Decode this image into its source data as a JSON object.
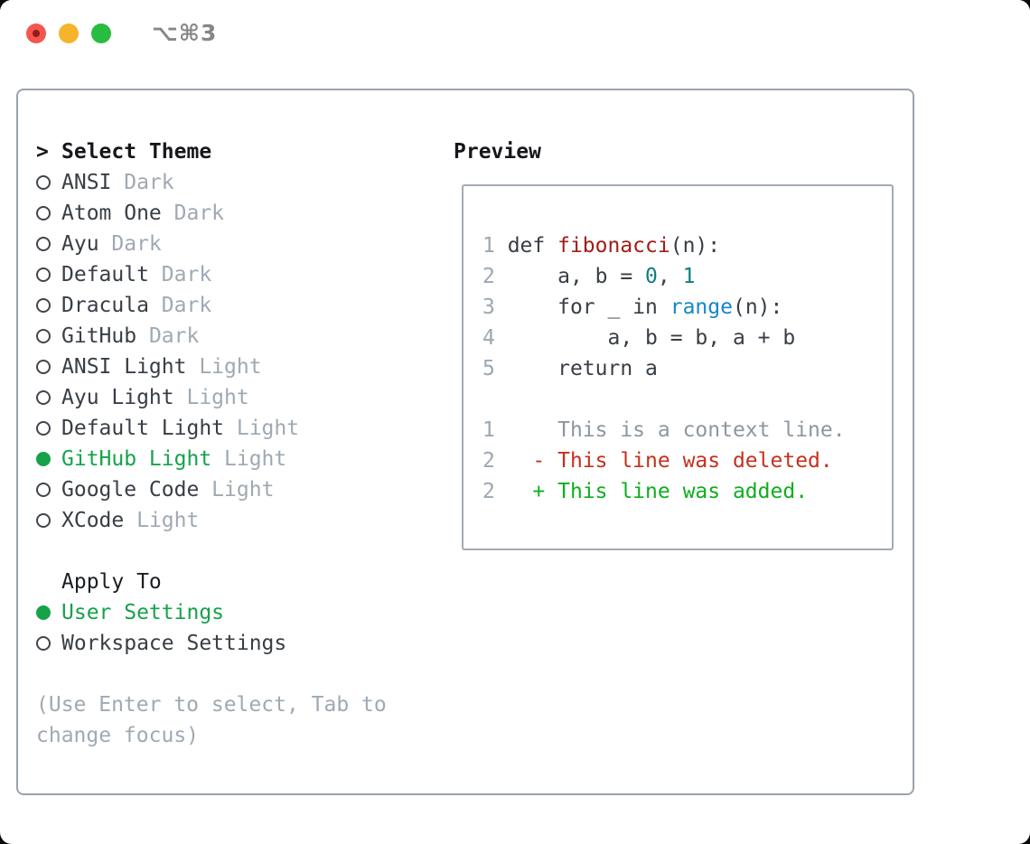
{
  "window": {
    "title": "⌥⌘3"
  },
  "colors": {
    "accent_green": "#16a24a",
    "diff_added": "#0fae1d",
    "diff_deleted": "#c5301d",
    "syntax_function": "#a01d16",
    "syntax_number": "#0e7e7e",
    "syntax_call": "#1487c8",
    "muted_gray": "#9fa9b4",
    "text_dark": "#383e46",
    "panel_border": "#9aa2ad"
  },
  "theme_panel": {
    "header_prompt": ">",
    "header_label": "Select Theme",
    "items": [
      {
        "name": "ANSI",
        "variant": "Dark",
        "selected": false
      },
      {
        "name": "Atom One",
        "variant": "Dark",
        "selected": false
      },
      {
        "name": "Ayu",
        "variant": "Dark",
        "selected": false
      },
      {
        "name": "Default",
        "variant": "Dark",
        "selected": false
      },
      {
        "name": "Dracula",
        "variant": "Dark",
        "selected": false
      },
      {
        "name": "GitHub",
        "variant": "Dark",
        "selected": false
      },
      {
        "name": "ANSI Light",
        "variant": "Light",
        "selected": false
      },
      {
        "name": "Ayu Light",
        "variant": "Light",
        "selected": false
      },
      {
        "name": "Default Light",
        "variant": "Light",
        "selected": false
      },
      {
        "name": "GitHub Light",
        "variant": "Light",
        "selected": true
      },
      {
        "name": "Google Code",
        "variant": "Light",
        "selected": false
      },
      {
        "name": "XCode",
        "variant": "Light",
        "selected": false
      }
    ]
  },
  "apply_to": {
    "label": "Apply To",
    "options": [
      {
        "label": "User Settings",
        "selected": true
      },
      {
        "label": "Workspace Settings",
        "selected": false
      }
    ]
  },
  "help": {
    "lines": [
      "(Use Enter to select, Tab to",
      "change focus)"
    ]
  },
  "preview": {
    "label": "Preview",
    "code_lines": [
      {
        "num": "1",
        "tokens": [
          [
            "def ",
            "k"
          ],
          [
            "fibonacci",
            "fn"
          ],
          [
            "(n):",
            "k"
          ]
        ]
      },
      {
        "num": "2",
        "tokens": [
          [
            "    a, b = ",
            "k"
          ],
          [
            "0",
            "nm"
          ],
          [
            ", ",
            "k"
          ],
          [
            "1",
            "nm"
          ]
        ]
      },
      {
        "num": "3",
        "tokens": [
          [
            "    for _ in ",
            "k"
          ],
          [
            "range",
            "cl"
          ],
          [
            "(n):",
            "k"
          ]
        ]
      },
      {
        "num": "4",
        "tokens": [
          [
            "        a, b = b, a + b",
            "k"
          ]
        ]
      },
      {
        "num": "5",
        "tokens": [
          [
            "    return a",
            "k"
          ]
        ]
      }
    ],
    "diff_lines": [
      {
        "num": "1",
        "text": "     This is a context line.",
        "kind": "context"
      },
      {
        "num": "2",
        "text": "   - This line was deleted.",
        "kind": "deleted"
      },
      {
        "num": "2",
        "text": "   + This line was added.",
        "kind": "added"
      }
    ]
  }
}
